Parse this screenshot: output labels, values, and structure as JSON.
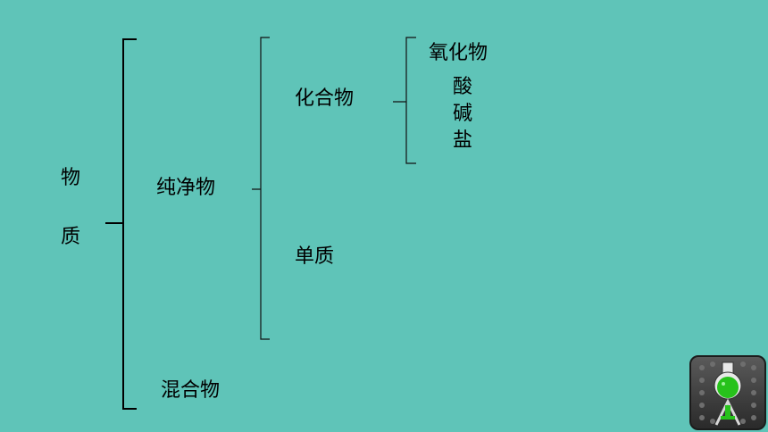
{
  "diagram": {
    "root": {
      "char1": "物",
      "char2": "质"
    },
    "level1": {
      "pure": "纯净物",
      "mixture": "混合物"
    },
    "level2": {
      "compound": "化合物",
      "element": "单质"
    },
    "level3": {
      "oxide": "氧化物",
      "acid": "酸",
      "base": "碱",
      "salt": "盐"
    }
  },
  "colors": {
    "background": "#5fc4b8",
    "line": "#000000",
    "bracket_light": "#222222",
    "flask_liquid": "#27c21b"
  },
  "icons": {
    "corner_button": "flask-icon"
  }
}
